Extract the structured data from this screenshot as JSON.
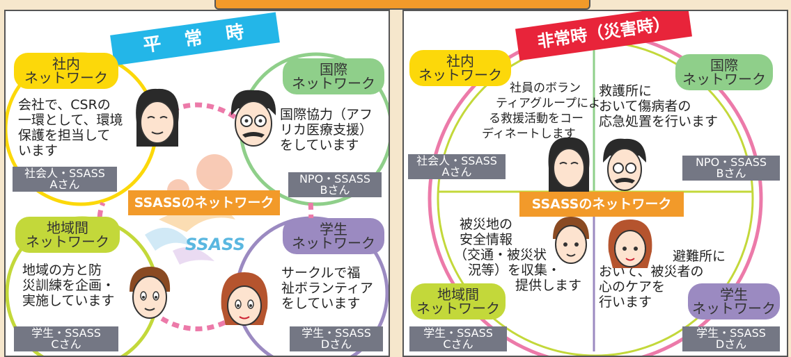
{
  "colors": {
    "yellow": "#fcd80a",
    "green_light": "#8fcf8a",
    "lime": "#c3d83a",
    "purple": "#9b8ac1",
    "orange": "#f29a2a",
    "pink": "#ec7aa9",
    "gray": "#747784",
    "cyan": "#23b6e8",
    "red": "#e8243a"
  },
  "left": {
    "ribbon": "平　常　時",
    "network": "SSASSのネットワーク",
    "logo": "SSASS",
    "nodes": [
      {
        "tag": [
          "社内",
          "ネットワーク"
        ],
        "text": [
          "会社で、CSRの",
          "一環として、環境",
          "保護を担当して",
          "います"
        ],
        "name": [
          "社会人・SSASS",
          "Aさん"
        ]
      },
      {
        "tag": [
          "国際",
          "ネットワーク"
        ],
        "text": [
          "国際協力（アフ",
          "リカ医療支援）",
          "をしています"
        ],
        "name": [
          "NPO・SSASS",
          "Bさん"
        ]
      },
      {
        "tag": [
          "地域間",
          "ネットワーク"
        ],
        "text": [
          "地域の方と防",
          "災訓練を企画・",
          "実施しています"
        ],
        "name": [
          "学生・SSASS",
          "Cさん"
        ]
      },
      {
        "tag": [
          "学生",
          "ネットワーク"
        ],
        "text": [
          "サークルで福",
          "祉ボランティア",
          "をしています"
        ],
        "name": [
          "学生・SSASS",
          "Dさん"
        ]
      }
    ]
  },
  "right": {
    "ribbon": "非常時（災害時）",
    "network": "SSASSのネットワーク",
    "nodes": [
      {
        "tag": [
          "社内",
          "ネットワーク"
        ],
        "text": [
          "社員のボラン",
          "ティアグループによ",
          "る救援活動をコー",
          "ディネートします"
        ],
        "name": [
          "社会人・SSASS",
          "Aさん"
        ]
      },
      {
        "tag": [
          "国際",
          "ネットワーク"
        ],
        "text": [
          "救護所に",
          "おいて傷病者の",
          "応急処置を行います"
        ],
        "name": [
          "NPO・SSASS",
          "Bさん"
        ]
      },
      {
        "tag": [
          "地域間",
          "ネットワーク"
        ],
        "text": [
          "被災地の",
          "安全情報",
          "（交通・被災状",
          "況等）を収集・",
          "提供します"
        ],
        "name": [
          "学生・SSASS",
          "Cさん"
        ]
      },
      {
        "tag": [
          "学生",
          "ネットワーク"
        ],
        "text": [
          "避難所に",
          "おいて、被災者の",
          "心のケアを",
          "行います"
        ],
        "name": [
          "学生・SSASS",
          "Dさん"
        ]
      }
    ]
  }
}
